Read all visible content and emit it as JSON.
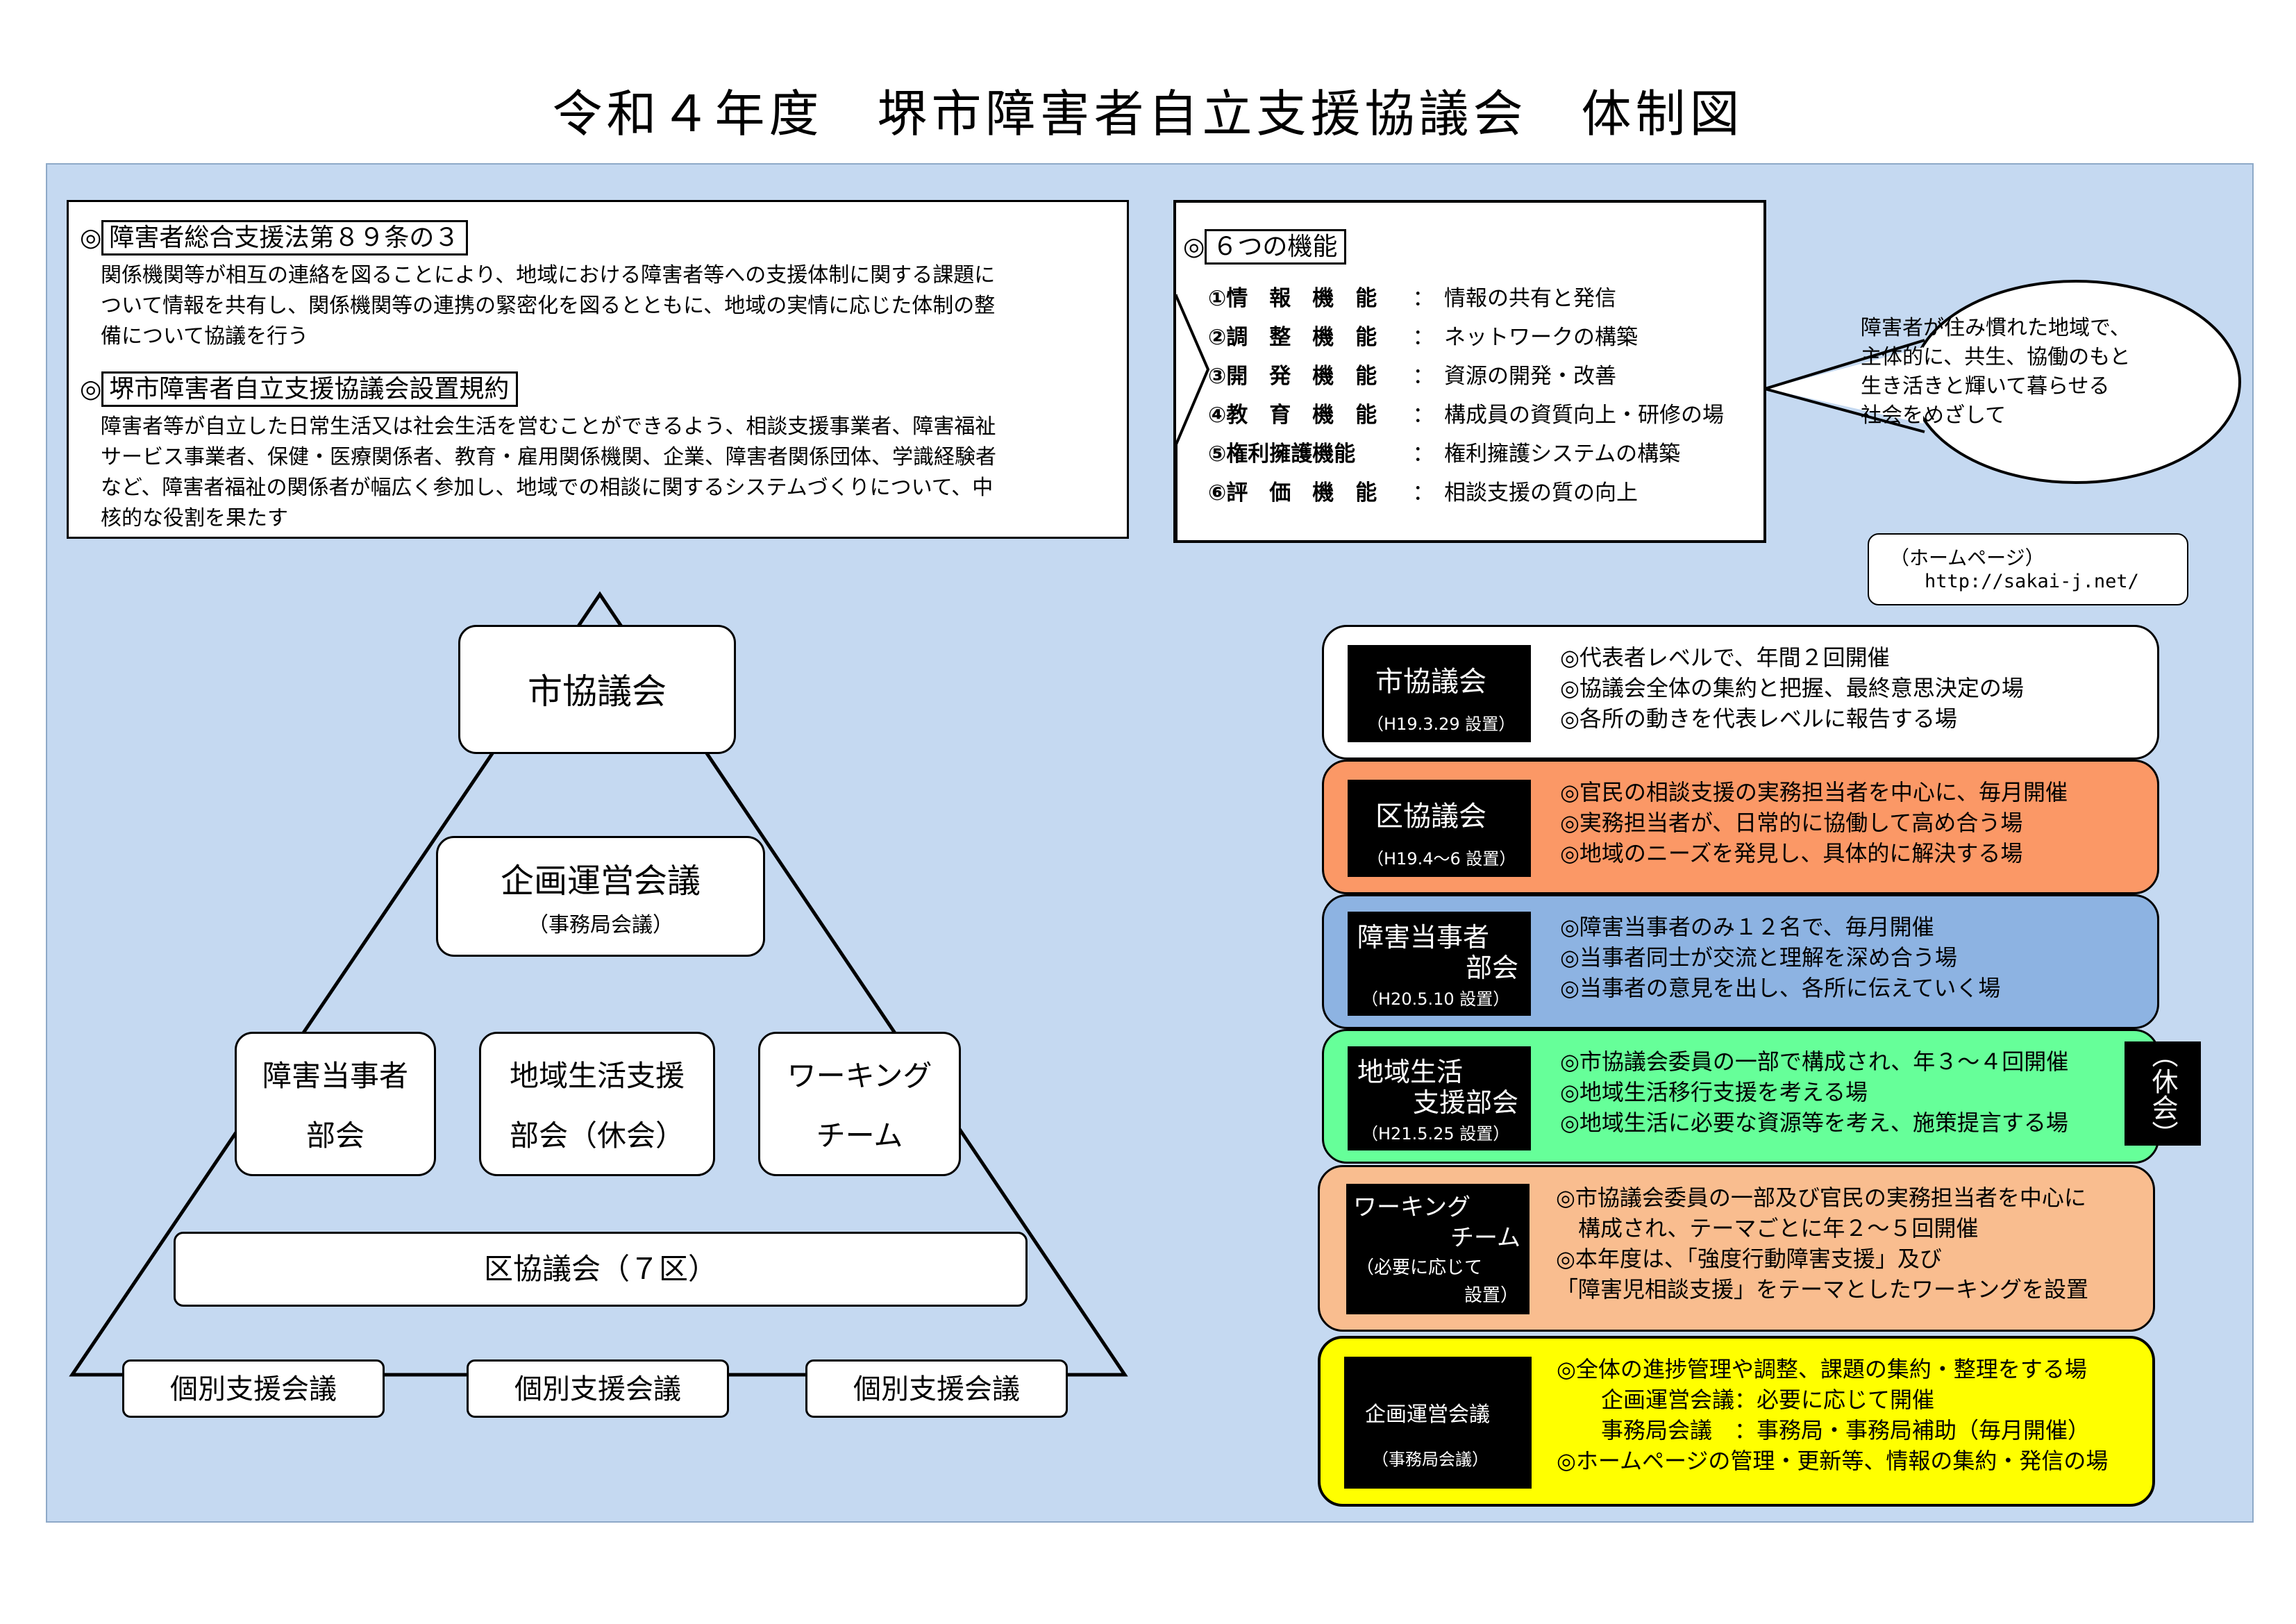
{
  "title": "令和４年度　堺市障害者自立支援協議会　体制図",
  "law": {
    "heading1": "障害者総合支援法第８９条の３",
    "text1_lines": [
      "関係機関等が相互の連絡を図ることにより、地域における障害者等への支援体制に関する課題に",
      "ついて情報を共有し、関係機関等の連携の緊密化を図るとともに、地域の実情に応じた体制の整",
      "備について協議を行う"
    ],
    "heading2": "堺市障害者自立支援協議会設置規約",
    "text2_lines": [
      "障害者等が自立した日常生活又は社会生活を営むことができるよう、相談支援事業者、障害福祉",
      "サービス事業者、保健・医療関係者、教育・雇用関係機関、企業、障害者関係団体、学識経験者",
      "など、障害者福祉の関係者が幅広く参加し、地域での相談に関するシステムづくりについて、中",
      "核的な役割を果たす"
    ]
  },
  "functions": {
    "heading": "６つの機能",
    "items": [
      {
        "name": "①情　報　機　能",
        "sep": "：",
        "desc": "情報の共有と発信"
      },
      {
        "name": "②調　整　機　能",
        "sep": "：",
        "desc": "ネットワークの構築"
      },
      {
        "name": "③開　発　機　能",
        "sep": "：",
        "desc": "資源の開発・改善"
      },
      {
        "name": "④教　育　機　能",
        "sep": "：",
        "desc": "構成員の資質向上・研修の場"
      },
      {
        "name": "⑤権利擁護機能",
        "sep": "：",
        "desc": "権利擁護システムの構築"
      },
      {
        "name": "⑥評　価　機　能",
        "sep": "：",
        "desc": "相談支援の質の向上"
      }
    ]
  },
  "goal": {
    "lines": [
      "障害者が住み慣れた地域で、",
      "主体的に、共生、協働のもと",
      "生き活きと輝いて暮らせる",
      "社会をめざして"
    ]
  },
  "homepage": {
    "label": "（ホームページ）",
    "url": "http://sakai-j.net/"
  },
  "pyramid": {
    "top": "市協議会",
    "planning": "企画運営会議",
    "planning_sub": "（事務局会議）",
    "sub1_line1": "障害当事者",
    "sub1_line2": "部会",
    "sub2_line1": "地域生活支援",
    "sub2_line2": "部会（休会）",
    "sub3_line1": "ワーキング",
    "sub3_line2": "チーム",
    "ward": "区協議会（７区）",
    "individual": [
      "個別支援会議",
      "個別支援会議",
      "個別支援会議"
    ]
  },
  "committees": [
    {
      "title": "市協議会",
      "date": "（H19.3.29 設置）",
      "bg": "#ffffff",
      "lines": [
        "◎代表者レベルで、年間２回開催",
        "◎協議会全体の集約と把握、最終意思決定の場",
        "◎各所の動きを代表レベルに報告する場"
      ]
    },
    {
      "title": "区協議会",
      "date": "（H19.4～6 設置）",
      "bg": "#fb9866",
      "lines": [
        "◎官民の相談支援の実務担当者を中心に、毎月開催",
        "◎実務担当者が、日常的に協働して高め合う場",
        "◎地域のニーズを発見し、具体的に解決する場"
      ]
    },
    {
      "title_line1": "障害当事者",
      "title_line2": "部会",
      "date": "（H20.5.10 設置）",
      "bg": "#8db3e2",
      "lines": [
        "◎障害当事者のみ１２名で、毎月開催",
        "◎当事者同士が交流と理解を深め合う場",
        "◎当事者の意見を出し、各所に伝えていく場"
      ]
    },
    {
      "title_line1": "地域生活",
      "title_line2": "支援部会",
      "date": "（H21.5.25 設置）",
      "bg": "#66ff99",
      "lines": [
        "◎市協議会委員の一部で構成され、年３～４回開催",
        "◎地域生活移行支援を考える場",
        "◎地域生活に必要な資源等を考え、施策提言する場"
      ],
      "badge": "（休会）"
    },
    {
      "title_line1": "ワーキング",
      "title_line2": "チーム",
      "date_line1": "（必要に応じて",
      "date_line2": "設置）",
      "bg": "#f9bd8f",
      "lines": [
        "◎市協議会委員の一部及び官民の実務担当者を中心に",
        "　構成され、テーマごとに年２～５回開催",
        "◎本年度は、「強度行動障害支援」及び",
        "「障害児相談支援」をテーマとしたワーキングを設置"
      ]
    },
    {
      "title": "企画運営会議",
      "date": "（事務局会議）",
      "bg": "#ffff00",
      "lines": [
        "◎全体の進捗管理や調整、課題の集約・整理をする場",
        "　　企画運営会議：必要に応じて開催",
        "　　事務局会議　：事務局・事務局補助（毎月開催）",
        "◎ホームページの管理・更新等、情報の集約・発信の場"
      ]
    }
  ]
}
